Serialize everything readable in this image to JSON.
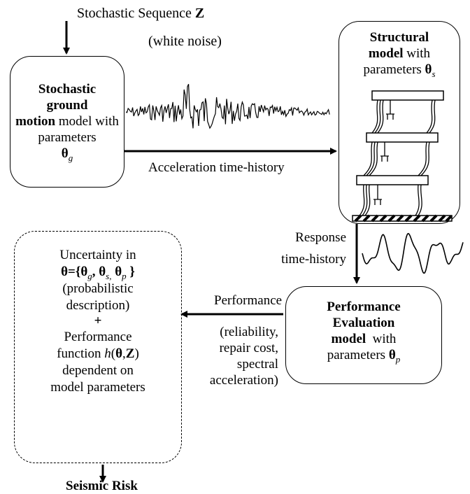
{
  "top": {
    "input_label_prefix": "Stochastic Sequence ",
    "input_symbol": "Z",
    "white_noise": "(white noise)"
  },
  "ground_motion_box": {
    "line1": "Stochastic",
    "line2": "ground",
    "line3_bold": "motion",
    "line3_rest": " model with",
    "line4": "parameters",
    "param_symbol": "θ",
    "param_sub": "g"
  },
  "arrow_labels": {
    "acceleration": "Acceleration time-history",
    "response_line1": "Response",
    "response_line2": "time-history",
    "performance": "Performance",
    "perf_detail": [
      "(reliability,",
      "repair cost,",
      "spectral",
      "acceleration)"
    ]
  },
  "structural_box": {
    "line1": "Structural",
    "line2_bold": "model",
    "line2_rest": " with",
    "line3": "parameters ",
    "param_symbol": "θ",
    "param_sub": "s"
  },
  "performance_box": {
    "line1": "Performance",
    "line2_bold": "Evaluation",
    "line2_rest": "",
    "line3_bold": "model",
    "line3_rest": "  with",
    "line4": "parameters ",
    "param_symbol": "θ",
    "param_sub": "p"
  },
  "uncertainty_box": {
    "line1": "Uncertainty in",
    "theta_eq": "θ={θ",
    "sub_g": "g",
    "mid1": ", θ",
    "sub_s": "s,",
    "mid2": " θ",
    "sub_p": "p",
    "close": " }",
    "line3": "(probabilistic",
    "line4": "description)",
    "plus": "+",
    "line6": "Performance",
    "line7_pre": "function ",
    "line7_h": "h",
    "line7_open": "(",
    "line7_theta": "θ",
    "line7_comma": ",",
    "line7_z": "Z",
    "line7_close": ")",
    "line8": "dependent on",
    "line9": "model parameters"
  },
  "output": {
    "seismic_risk": "Seismic Risk"
  }
}
